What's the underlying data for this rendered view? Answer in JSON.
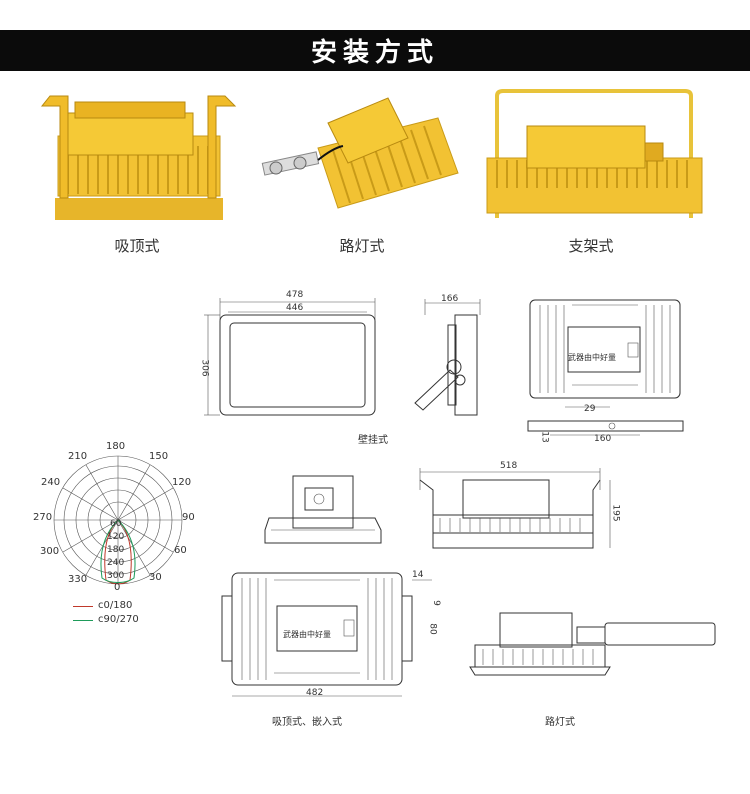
{
  "header": {
    "title": "安装方式"
  },
  "photos": [
    {
      "caption": "吸顶式"
    },
    {
      "caption": "路灯式"
    },
    {
      "caption": "支架式"
    }
  ],
  "drawings": {
    "wall": {
      "caption": "壁挂式",
      "dim_outer_width": "478",
      "dim_inner_width": "446",
      "dim_height": "306",
      "dim_side": "166",
      "dim_bracket_a": "29",
      "dim_bracket_b": "13",
      "dim_bracket_c": "160",
      "label_plate": "武器由中好量"
    },
    "ceiling": {
      "caption": "吸顶式、嵌入式",
      "dim_width": "482",
      "dim_14": "14",
      "dim_9": "9",
      "dim_80": "80",
      "label_plate": "武器由中好量"
    },
    "street": {
      "caption": "路灯式",
      "dim_width": "518",
      "dim_height": "195"
    }
  },
  "polar": {
    "angles_outer": [
      "180",
      "150",
      "120",
      "90",
      "60",
      "30",
      "0",
      "330",
      "300",
      "270",
      "240",
      "210"
    ],
    "radial_labels": [
      "60",
      "120",
      "180",
      "240",
      "300"
    ],
    "legend": [
      {
        "name": "c0/180",
        "color": "#c0392b"
      },
      {
        "name": "c90/270",
        "color": "#1e9b5a"
      }
    ]
  }
}
